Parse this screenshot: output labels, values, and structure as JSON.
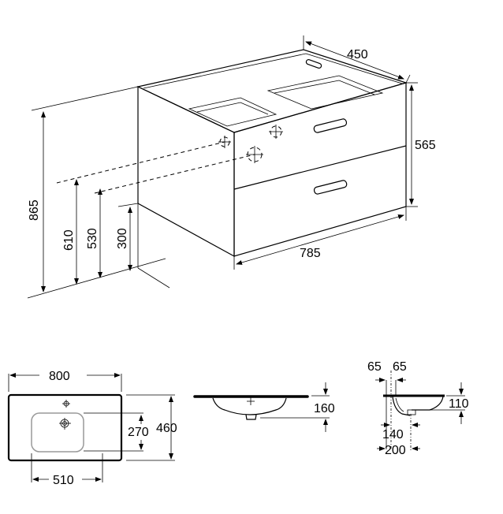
{
  "cabinet": {
    "depth": "450",
    "height": "565",
    "width": "785",
    "total_height": "865",
    "pipe_height_1": "610",
    "pipe_height_2": "530",
    "base_height": "300"
  },
  "basin_top": {
    "width": "800",
    "depth": "460",
    "bowl_depth": "270",
    "bowl_width": "510"
  },
  "basin_front": {
    "height": "160"
  },
  "basin_side": {
    "rim_left": "65",
    "rim_right": "65",
    "bowl_height": "110",
    "drain_offset": "140",
    "total_depth": "200"
  }
}
